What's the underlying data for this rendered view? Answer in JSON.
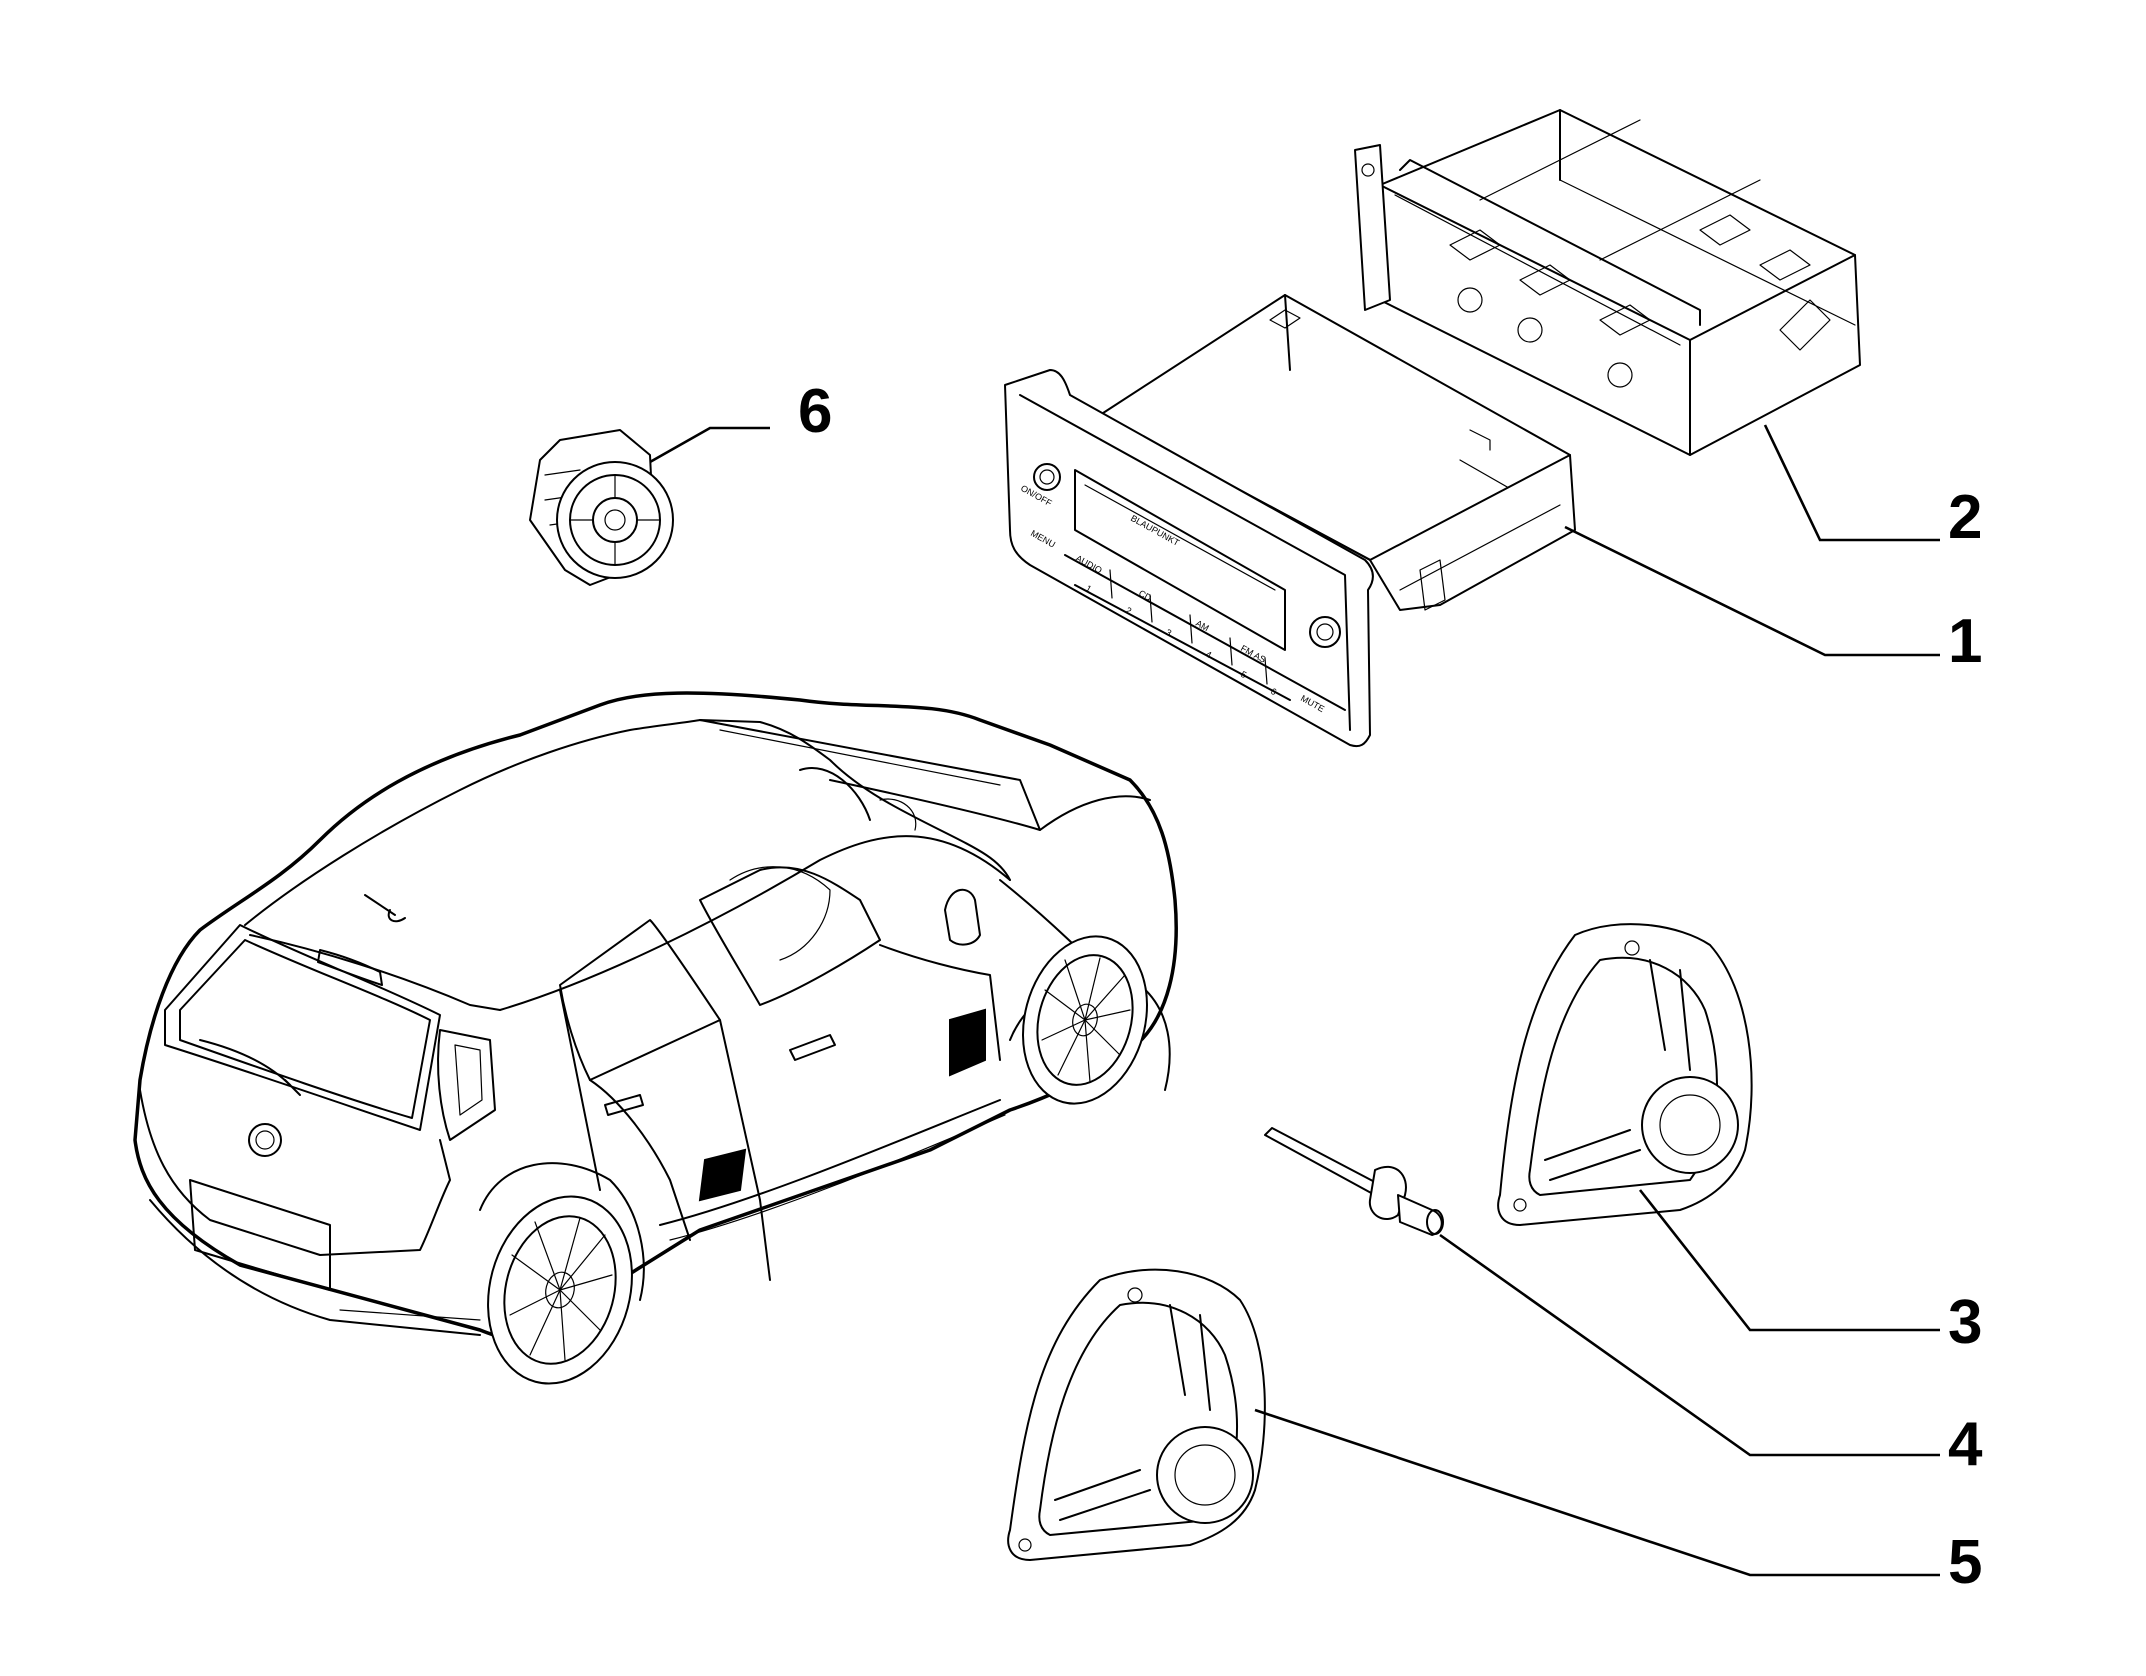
{
  "callouts": [
    {
      "label": "1",
      "part": "radio"
    },
    {
      "label": "2",
      "part": "radio-cage"
    },
    {
      "label": "3",
      "part": "rear-speaker"
    },
    {
      "label": "4",
      "part": "rivet"
    },
    {
      "label": "5",
      "part": "front-speaker"
    },
    {
      "label": "6",
      "part": "tweeter"
    }
  ],
  "radio_panel": {
    "onoff": "ON/OFF",
    "brand": "BLAUPUNKT",
    "buttons_top": [
      "AUDIO",
      "CD",
      "AM",
      "FM AS"
    ],
    "buttons_num": [
      "1",
      "2",
      "3",
      "4",
      "5",
      "6"
    ],
    "menu": "MENU",
    "mute": "MUTE"
  }
}
